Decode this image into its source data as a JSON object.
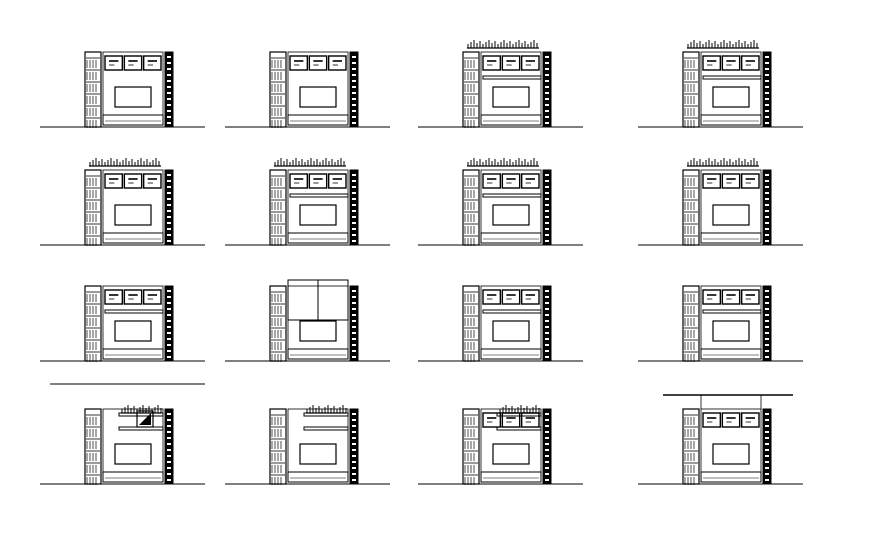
{
  "drawing": {
    "kind": "cad-elevation-sheet",
    "rows": 4,
    "columns": 4,
    "line_color": "#000000",
    "background": "#ffffff",
    "elevations": [
      {
        "row": 0,
        "col": 0,
        "top": "boxes"
      },
      {
        "row": 0,
        "col": 1,
        "top": "boxes"
      },
      {
        "row": 0,
        "col": 2,
        "top": "books-boxes-shelf"
      },
      {
        "row": 0,
        "col": 3,
        "top": "books-boxes-shelf"
      },
      {
        "row": 1,
        "col": 0,
        "top": "books-boxes"
      },
      {
        "row": 1,
        "col": 1,
        "top": "books-shelf-boxes"
      },
      {
        "row": 1,
        "col": 2,
        "top": "books-shelf-boxes"
      },
      {
        "row": 1,
        "col": 3,
        "top": "books-boxes"
      },
      {
        "row": 2,
        "col": 0,
        "top": "shelf-boxes"
      },
      {
        "row": 2,
        "col": 1,
        "top": "open-frame"
      },
      {
        "row": 2,
        "col": 2,
        "top": "boxes-shelf"
      },
      {
        "row": 2,
        "col": 3,
        "top": "boxes-shelf"
      },
      {
        "row": 3,
        "col": 0,
        "top": "art-shelves"
      },
      {
        "row": 3,
        "col": 1,
        "top": "shelves"
      },
      {
        "row": 3,
        "col": 2,
        "top": "shelves-boxes"
      },
      {
        "row": 3,
        "col": 3,
        "top": "ceiling-boxes"
      }
    ]
  }
}
